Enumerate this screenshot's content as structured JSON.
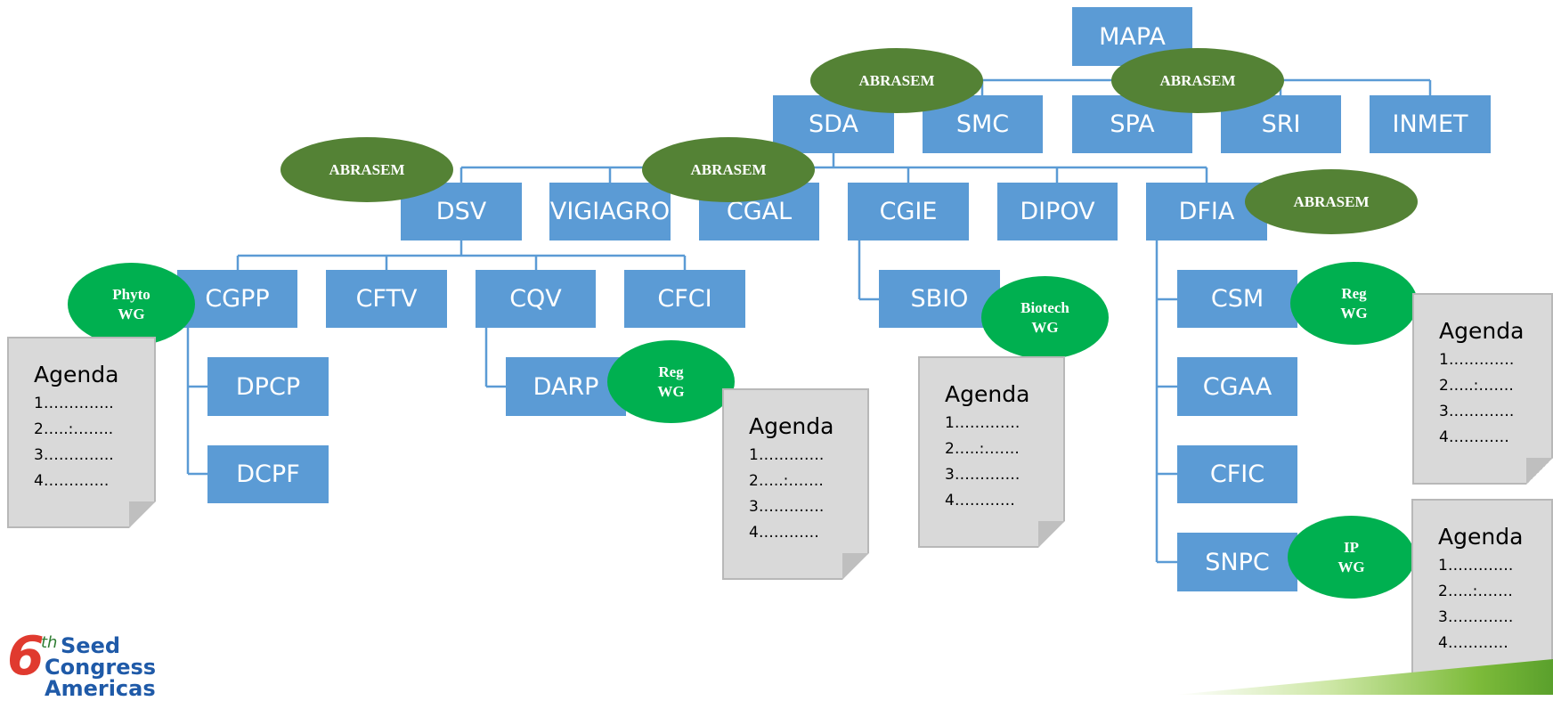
{
  "boxes": {
    "mapa": "MAPA",
    "sda": "SDA",
    "smc": "SMC",
    "spa": "SPA",
    "sri": "SRI",
    "inmet": "INMET",
    "dsv": "DSV",
    "vigiagro": "VIGIAGRO",
    "cgal": "CGAL",
    "cgie": "CGIE",
    "dipov": "DIPOV",
    "dfia": "DFIA",
    "cgpp": "CGPP",
    "cftv": "CFTV",
    "cqv": "CQV",
    "cfci": "CFCI",
    "dpcp": "DPCP",
    "dcpf": "DCPF",
    "darp": "DARP",
    "sbio": "SBIO",
    "csm": "CSM",
    "cgaa": "CGAA",
    "cfic": "CFIC",
    "snpc": "SNPC"
  },
  "ellipses": {
    "abrasem": "ABRASEM",
    "phyto_wg": [
      "Phyto",
      "WG"
    ],
    "reg_wg": [
      "Reg",
      "WG"
    ],
    "biotech_wg": [
      "Biotech",
      "WG"
    ],
    "ip_wg": [
      "IP",
      "WG"
    ]
  },
  "agenda": {
    "title": "Agenda",
    "items_a": [
      "1…………..",
      "2…..:……..",
      "3…………..",
      "4…………."
    ],
    "items_b": [
      "1………….",
      "2…..:…….",
      "3………….",
      "4…………"
    ]
  },
  "logo": {
    "number": "6",
    "superscript": "th",
    "line1": "Seed",
    "line2": "Congress",
    "line3": "Americas"
  },
  "colors": {
    "box": "#5b9bd5",
    "abrasem": "#548235",
    "wg": "#00b050",
    "agenda": "#d9d9d9",
    "connector": "#5b9bd5"
  }
}
